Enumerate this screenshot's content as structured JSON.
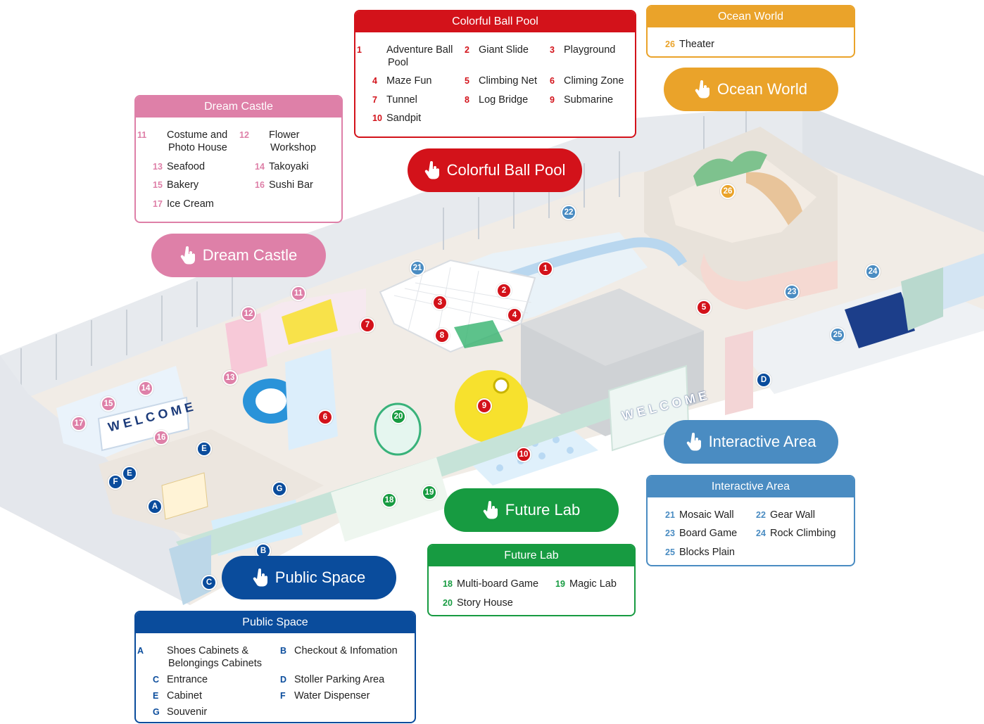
{
  "colors": {
    "dream_castle": "#de80a8",
    "ball_pool": "#d3121a",
    "ocean_world": "#eaa32a",
    "interactive": "#4a8cc2",
    "future_lab": "#179b41",
    "public_space": "#0a4c9c"
  },
  "hand_icon": "pointer-hand-icon",
  "pills": {
    "ocean_world": "Ocean World",
    "ball_pool": "Colorful Ball Pool",
    "dream_castle": "Dream Castle",
    "interactive": "Interactive Area",
    "future_lab": "Future Lab",
    "public_space": "Public Space"
  },
  "legends": {
    "ball_pool": {
      "title": "Colorful Ball Pool",
      "items": [
        {
          "num": "1",
          "label": "Adventure Ball Pool"
        },
        {
          "num": "2",
          "label": "Giant Slide"
        },
        {
          "num": "3",
          "label": "Playground"
        },
        {
          "num": "4",
          "label": "Maze Fun"
        },
        {
          "num": "5",
          "label": "Climbing Net"
        },
        {
          "num": "6",
          "label": "Climing Zone"
        },
        {
          "num": "7",
          "label": "Tunnel"
        },
        {
          "num": "8",
          "label": "Log Bridge"
        },
        {
          "num": "9",
          "label": "Submarine"
        },
        {
          "num": "10",
          "label": "Sandpit"
        }
      ]
    },
    "ocean_world": {
      "title": "Ocean World",
      "items": [
        {
          "num": "26",
          "label": "Theater"
        }
      ]
    },
    "dream_castle": {
      "title": "Dream Castle",
      "items": [
        {
          "num": "11",
          "label": "Costume and Photo House"
        },
        {
          "num": "12",
          "label": "Flower Workshop"
        },
        {
          "num": "13",
          "label": "Seafood"
        },
        {
          "num": "14",
          "label": "Takoyaki"
        },
        {
          "num": "15",
          "label": "Bakery"
        },
        {
          "num": "16",
          "label": "Sushi Bar"
        },
        {
          "num": "17",
          "label": "Ice Cream"
        }
      ]
    },
    "interactive": {
      "title": "Interactive Area",
      "items": [
        {
          "num": "21",
          "label": "Mosaic Wall"
        },
        {
          "num": "22",
          "label": "Gear Wall"
        },
        {
          "num": "23",
          "label": "Board Game"
        },
        {
          "num": "24",
          "label": "Rock Climbing"
        },
        {
          "num": "25",
          "label": "Blocks Plain"
        }
      ]
    },
    "future_lab": {
      "title": "Future Lab",
      "items": [
        {
          "num": "18",
          "label": "Multi-board Game"
        },
        {
          "num": "19",
          "label": "Magic Lab"
        },
        {
          "num": "20",
          "label": "Story House"
        }
      ]
    },
    "public_space": {
      "title": "Public Space",
      "items": [
        {
          "num": "A",
          "label": "Shoes Cabinets & Belongings Cabinets"
        },
        {
          "num": "B",
          "label": "Checkout & Infomation"
        },
        {
          "num": "C",
          "label": "Entrance"
        },
        {
          "num": "D",
          "label": "Stoller Parking Area"
        },
        {
          "num": "E",
          "label": "Cabinet"
        },
        {
          "num": "F",
          "label": "Water Dispenser"
        },
        {
          "num": "G",
          "label": "Souvenir"
        }
      ]
    }
  },
  "markers": {
    "m1": "1",
    "m2": "2",
    "m3": "3",
    "m4": "4",
    "m5": "5",
    "m6": "6",
    "m7": "7",
    "m8": "8",
    "m9": "9",
    "m10": "10",
    "m11": "11",
    "m12": "12",
    "m13": "13",
    "m14": "14",
    "m15": "15",
    "m16": "16",
    "m17": "17",
    "m18": "18",
    "m19": "19",
    "m20": "20",
    "m21": "21",
    "m22": "22",
    "m23": "23",
    "m24": "24",
    "m25": "25",
    "m26": "26",
    "mA": "A",
    "mB": "B",
    "mC": "C",
    "mD": "D",
    "mE1": "E",
    "mE2": "E",
    "mF": "F",
    "mG": "G"
  },
  "signs": {
    "welcome_left": "WELCOME",
    "welcome_right": "WELCOME"
  }
}
